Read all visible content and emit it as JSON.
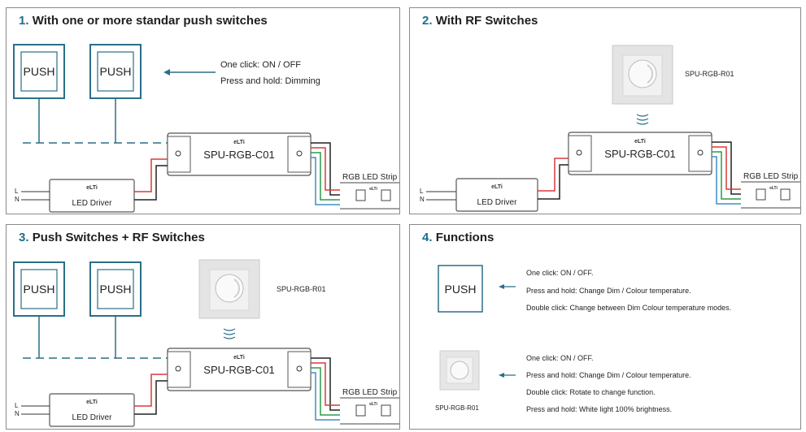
{
  "panels": [
    {
      "num": "1.",
      "title": "With one or more standar push switches",
      "push_labels": [
        "PUSH",
        "PUSH"
      ],
      "notes": [
        "One click:  ON / OFF",
        "Press and hold:  Dimming"
      ],
      "controller": {
        "brand": "eLTi",
        "model": "SPU-RGB-C01"
      },
      "driver": {
        "brand": "eLTi",
        "label": "LED Driver"
      },
      "mains": [
        "L",
        "N"
      ],
      "strip": {
        "label": "RGB LED Strip",
        "brand": "eLTi"
      }
    },
    {
      "num": "2.",
      "title": "With RF Switches",
      "remote_model": "SPU-RGB-R01",
      "controller": {
        "brand": "eLTi",
        "model": "SPU-RGB-C01"
      },
      "driver": {
        "brand": "eLTi",
        "label": "LED Driver"
      },
      "mains": [
        "L",
        "N"
      ],
      "strip": {
        "label": "RGB LED Strip",
        "brand": "eLTi"
      }
    },
    {
      "num": "3.",
      "title": "Push Switches + RF Switches",
      "push_labels": [
        "PUSH",
        "PUSH"
      ],
      "remote_model": "SPU-RGB-R01",
      "controller": {
        "brand": "eLTi",
        "model": "SPU-RGB-C01"
      },
      "driver": {
        "brand": "eLTi",
        "label": "LED Driver"
      },
      "mains": [
        "L",
        "N"
      ],
      "strip": {
        "label": "RGB LED Strip",
        "brand": "eLTi"
      }
    },
    {
      "num": "4.",
      "title": "Functions",
      "push_label": "PUSH",
      "push_functions": [
        "One click: ON / OFF.",
        "Press and hold: Change Dim / Colour temperature.",
        "Double click: Change between Dim Colour temperature modes."
      ],
      "remote_model": "SPU-RGB-R01",
      "remote_functions": [
        "One click: ON / OFF.",
        "Press and hold: Change Dim / Colour temperature.",
        "Double click: Rotate to change function.",
        "Press and hold: White light 100% brightness."
      ]
    }
  ],
  "colors": {
    "accent": "#1a6f8a",
    "wire_red": "#d93a3a",
    "wire_green": "#2f9a48",
    "wire_blue": "#3d8fc9",
    "wire_black": "#222222"
  }
}
